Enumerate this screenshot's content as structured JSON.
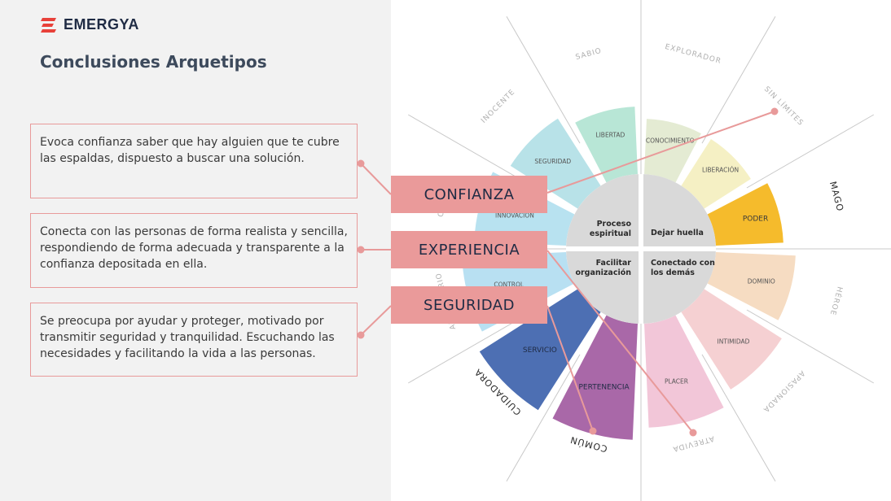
{
  "brand": {
    "logo_text": "EMERGYA",
    "accent": "#e8413a"
  },
  "page": {
    "title": "Conclusiones Arquetipos"
  },
  "boxes": [
    {
      "text": "Evoca confianza saber que hay alguien que te cubre las espaldas, dispuesto a buscar una solución."
    },
    {
      "text": "Conecta con las personas de forma realista y sencilla, respondiendo de forma adecuada y transparente a la confianza depositada en ella."
    },
    {
      "text": "Se preocupa por ayudar y proteger, motivado por transmitir seguridad y tranquilidad. Escuchando las necesidades y facilitando la vida a las personas."
    }
  ],
  "tags": [
    "CONFIANZA",
    "EXPERIENCIA",
    "SEGURIDAD"
  ],
  "wheel": {
    "quadrants": [
      "Proceso espiritual",
      "Dejar huella",
      "Facilitar organización",
      "Conectado con los demás"
    ],
    "inner_segments": [
      "CONOCIMIENTO",
      "LIBERTAD",
      "SEGURIDAD",
      "INNOVACIÓN",
      "CONTROL",
      "SERVICIO",
      "PERTENENCIA",
      "PLACER",
      "INTIMIDAD",
      "DOMINIO",
      "PODER",
      "LIBERACIÓN"
    ],
    "segment_colors": [
      "#e4ebd3",
      "#b8e6d6",
      "#b8e2e8",
      "#b8e2f0",
      "#b8e0f2",
      "#4d6fb3",
      "#a968a8",
      "#f2c6d8",
      "#f5d0d2",
      "#f6dcc2",
      "#f5bb2c",
      "#f5f0c4"
    ],
    "outer_labels": [
      "EXPLORADOR",
      "SABIO",
      "INOCENTE",
      "CREADOR",
      "AUTORITARIO",
      "CUIDADORA",
      "COMÚN",
      "ATREVIDA",
      "APASIONADA",
      "HÉROE",
      "MAGO",
      "SIN LÍMITES"
    ],
    "highlight_color": "#e89a9a"
  }
}
